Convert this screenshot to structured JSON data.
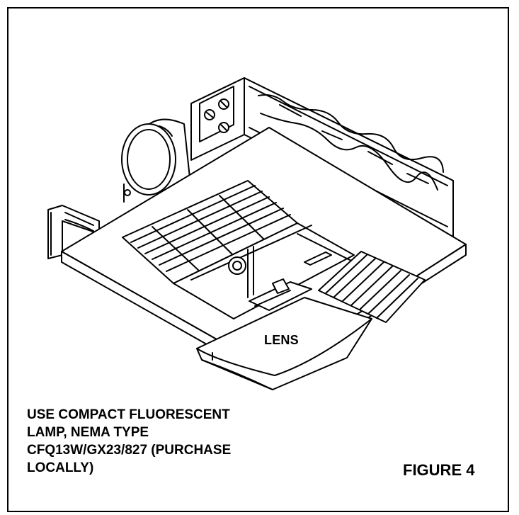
{
  "labels": {
    "lens": "LENS",
    "figure": "FIGURE 4"
  },
  "note": {
    "lines": [
      "USE COMPACT FLUORESCENT",
      "LAMP, NEMA TYPE",
      "CFQ13W/GX23/827 (PURCHASE",
      "LOCALLY)"
    ]
  },
  "colors": {
    "ink": "#000000",
    "paper": "#ffffff"
  }
}
